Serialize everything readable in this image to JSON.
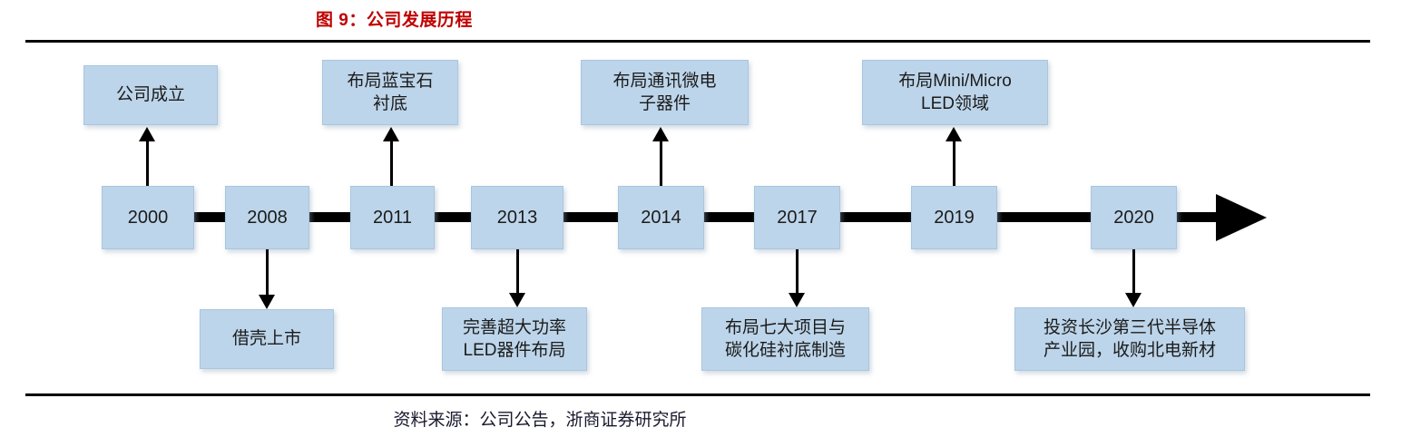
{
  "figure": {
    "title": "图 9：公司发展历程",
    "title_color": "#c00000",
    "source": "资料来源：公司公告，浙商证券研究所",
    "box_fill": "#bdd5ea",
    "spine_color": "#000000"
  },
  "timeline": {
    "years": [
      {
        "label": "2000"
      },
      {
        "label": "2008"
      },
      {
        "label": "2011"
      },
      {
        "label": "2013"
      },
      {
        "label": "2014"
      },
      {
        "label": "2017"
      },
      {
        "label": "2019"
      },
      {
        "label": "2020"
      }
    ]
  },
  "events_above": [
    {
      "year": "2000",
      "text": "公司成立"
    },
    {
      "year": "2011",
      "text": "布局蓝宝石\n衬底"
    },
    {
      "year": "2014",
      "text": "布局通讯微电\n子器件"
    },
    {
      "year": "2019",
      "text": "布局Mini/Micro\nLED领域"
    }
  ],
  "events_below": [
    {
      "year": "2008",
      "text": "借壳上市"
    },
    {
      "year": "2013",
      "text": "完善超大功率\nLED器件布局"
    },
    {
      "year": "2017",
      "text": "布局七大项目与\n碳化硅衬底制造"
    },
    {
      "year": "2020",
      "text": "投资长沙第三代半导体\n产业园，收购北电新材"
    }
  ]
}
